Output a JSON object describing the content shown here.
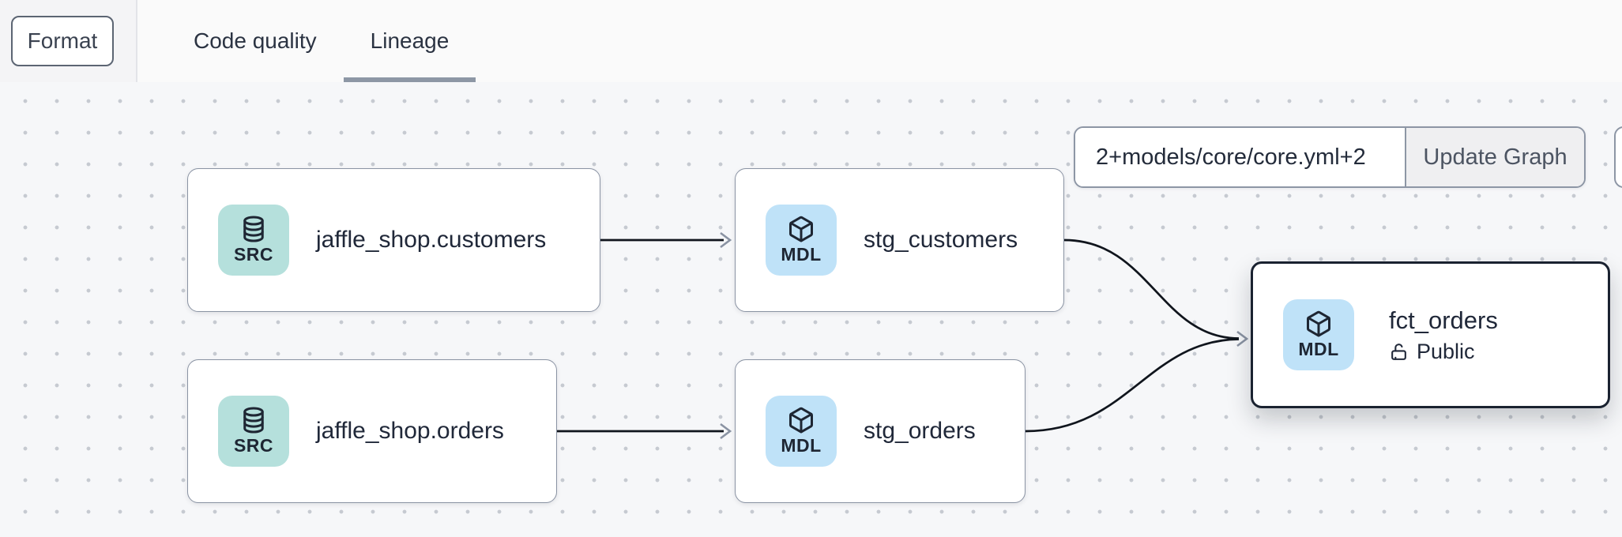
{
  "header": {
    "format_button": "Format",
    "tabs": [
      {
        "label": "Code quality",
        "active": false
      },
      {
        "label": "Lineage",
        "active": true
      }
    ]
  },
  "lineage_controls": {
    "selector_input_value": "2+models/core/core.yml+2",
    "update_graph_button": "Update Graph"
  },
  "graph": {
    "nodes": [
      {
        "badge": "SRC",
        "label": "jaffle_shop.customers",
        "kind": "source"
      },
      {
        "badge": "SRC",
        "label": "jaffle_shop.orders",
        "kind": "source"
      },
      {
        "badge": "MDL",
        "label": "stg_customers",
        "kind": "model"
      },
      {
        "badge": "MDL",
        "label": "stg_orders",
        "kind": "model"
      },
      {
        "badge": "MDL",
        "label": "fct_orders",
        "access": "Public",
        "kind": "model",
        "selected": true
      }
    ],
    "edges": [
      {
        "from": "jaffle_shop.customers",
        "to": "stg_customers"
      },
      {
        "from": "jaffle_shop.orders",
        "to": "stg_orders"
      },
      {
        "from": "stg_customers",
        "to": "fct_orders"
      },
      {
        "from": "stg_orders",
        "to": "fct_orders"
      }
    ]
  },
  "colors": {
    "source_badge_bg": "#b5e0dc",
    "model_badge_bg": "#bfe2f8",
    "node_border": "#8a93a3",
    "selected_node_border": "#1a2230",
    "edge": "#10151d",
    "arrowhead": "#8a93a3",
    "tab_underline": "#8d97a5",
    "text": "#1e2635"
  }
}
